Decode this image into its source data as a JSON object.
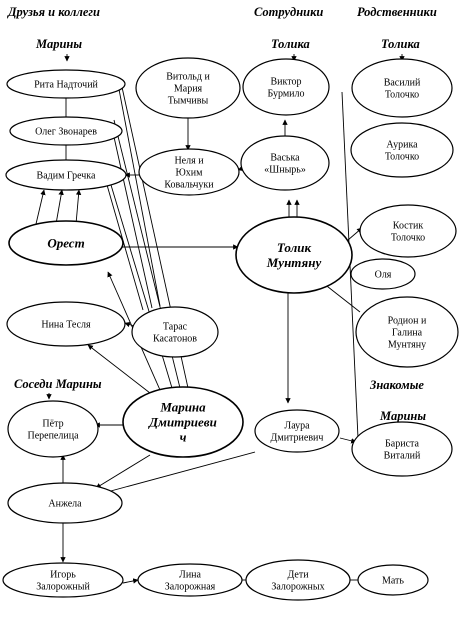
{
  "headings": {
    "friends_l1": "Друзья и коллеги",
    "friends_l2": "Марины",
    "coworkers_l1": "Сотрудники",
    "coworkers_l2": "Толика",
    "relatives_l1": "Родственники",
    "relatives_l2": "Толика",
    "neighbors_l1": "Соседи Марины",
    "acquaintances_l1": "Знакомые",
    "acquaintances_l2": "Марины"
  },
  "nodes": {
    "rita": [
      "Рита Надточий"
    ],
    "oleg": [
      "Олег Звонарев"
    ],
    "vadim": [
      "Вадим Гречка"
    ],
    "orest": [
      "Орест"
    ],
    "nina": [
      "Нина Тесля"
    ],
    "vitold": [
      "Витольд и",
      "Мария",
      "Тымчивы"
    ],
    "nelya": [
      "Неля и",
      "Юхим",
      "Ковальчуки"
    ],
    "taras": [
      "Тарас",
      "Касатонов"
    ],
    "viktor": [
      "Виктор",
      "Бурмило"
    ],
    "vaska": [
      "Васька",
      "«Шнырь»"
    ],
    "tolik": [
      "Толик",
      "Мунтяну"
    ],
    "vasiliy": [
      "Василий",
      "Толочко"
    ],
    "aurika": [
      "Аурика",
      "Толочко"
    ],
    "kostik": [
      "Костик",
      "Толочко"
    ],
    "olya": [
      "Оля"
    ],
    "rodion": [
      "Родион и",
      "Галина",
      "Мунтяну"
    ],
    "petr": [
      "Пётр",
      "Перепелица"
    ],
    "marina": [
      "Марина",
      "Дмитриеви",
      "ч"
    ],
    "laura": [
      "Лаура",
      "Дмитриевич"
    ],
    "barista": [
      "Бариста",
      "Виталий"
    ],
    "anzhela": [
      "Анжела"
    ],
    "igor": [
      "Игорь",
      "Залорожный"
    ],
    "lina": [
      "Лина",
      "Залорожная"
    ],
    "deti": [
      "Дети",
      "Залорожных"
    ],
    "mat": [
      "Мать"
    ]
  }
}
